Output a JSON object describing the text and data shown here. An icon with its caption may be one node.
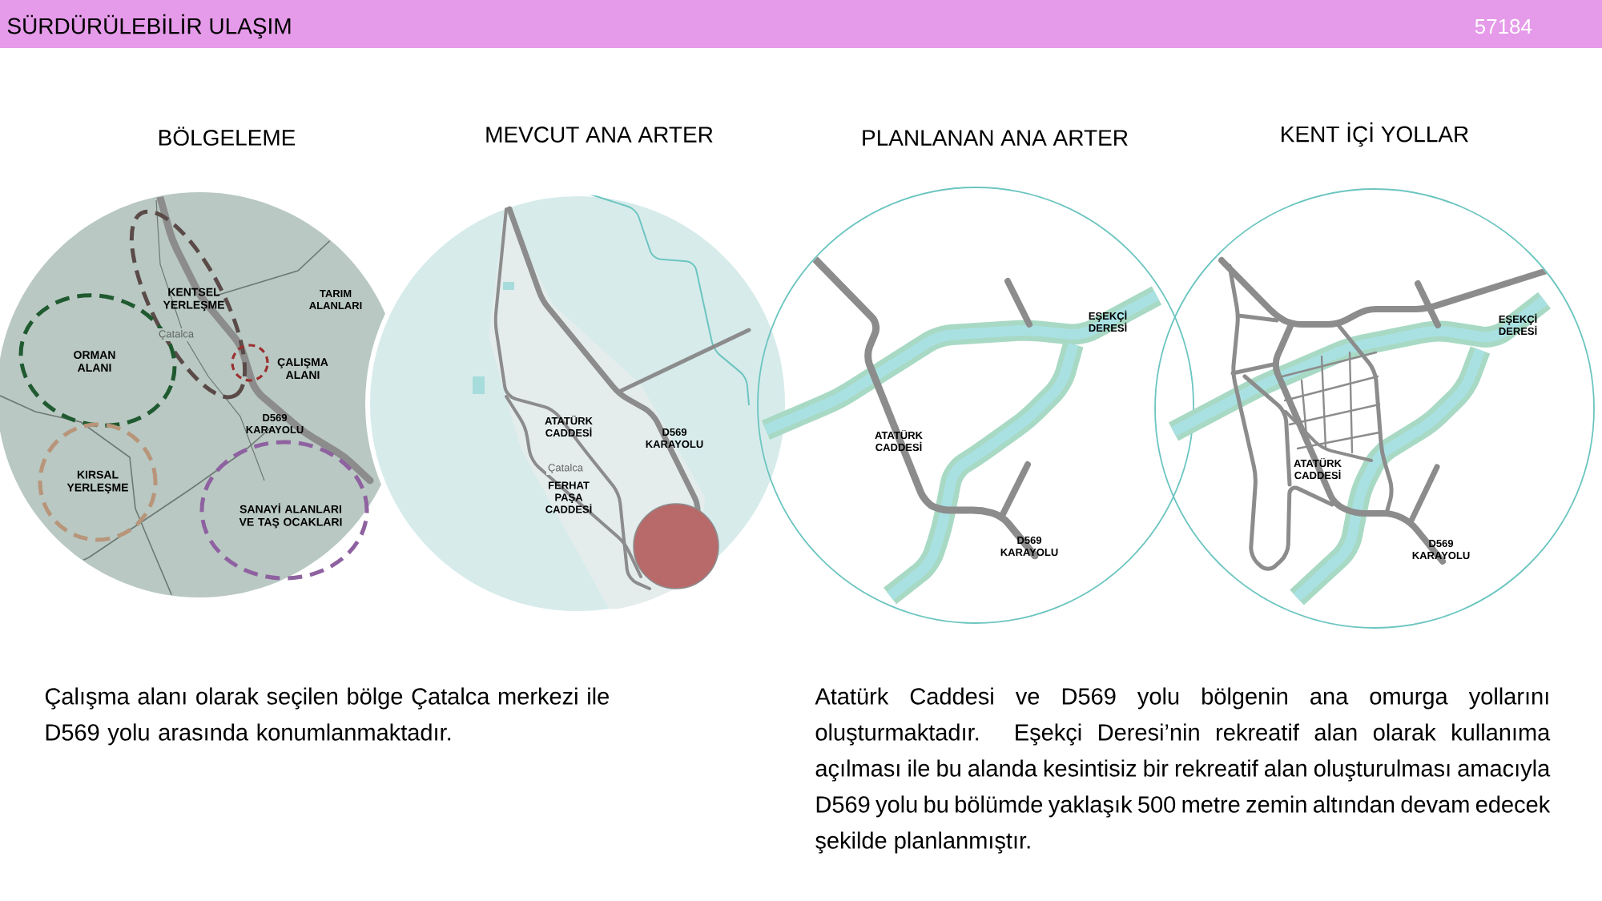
{
  "diagram": {
    "title": "SÜRDÜRÜLEBİLİR ULAŞIM",
    "nodes": [
      {
        "text": [
          "BÖLGELEME"
        ]
      },
      {
        "text": [
          "KENTSEL YERLEŞME"
        ],
        "in": 0
      },
      {
        "text": [
          "ORMAN ALANI"
        ],
        "in": 0
      },
      {
        "text": [],
        "shape": "circle",
        "beside": [
          "ÇALIŞMA ALANI"
        ],
        "in": 0
      },
      {
        "text": [
          "KIRSAL YERLEŞME"
        ],
        "in": 0
      },
      {
        "text": [
          "SANAYİ ALANLARI VE TAŞ OCAKLARI"
        ],
        "in": 0
      },
      {
        "text": [
          "MEVCUT ANA ARTER"
        ]
      },
      {
        "text": [],
        "shape": "circle",
        "in": 6
      },
      {
        "text": [
          "PLANLANAN ANA ARTER"
        ]
      },
      {
        "text": [
          "KENT İÇİ YOLLAR"
        ]
      }
    ],
    "labels": [
      "57184",
      "TARIM ALANLARI",
      "Çatalca",
      "D569 KARAYOLU",
      "ATATÜRK CADDESİ",
      "D569 KARAYOLU",
      "Çatalca",
      "FERHAT PAŞA CADDESİ",
      "EŞEKÇİ DERESİ",
      "ATATÜRK CADDESİ",
      "D569 KARAYOLU",
      "EŞEKÇİ DERESİ",
      "ATATÜRK CADDESİ",
      "D569 KARAYOLU",
      "Çalışma alanı olarak seçilen bölge Çatalca merkezi ile D569 yolu arasında konumlanmaktadır.",
      "Atatürk Caddesi ve D569 yolu bölgenin ana omurga yollarını oluşturmaktadır. Eşekçi Deresi’nin rekreatif alan olarak kullanıma açılması ile bu alanda kesintisiz bir rekreatif alan oluşturulması amacıyla D569 yolu bu bölümde yaklaşık 500 metre zemin altından devam edecek şekilde planlanmıştır."
    ]
  }
}
